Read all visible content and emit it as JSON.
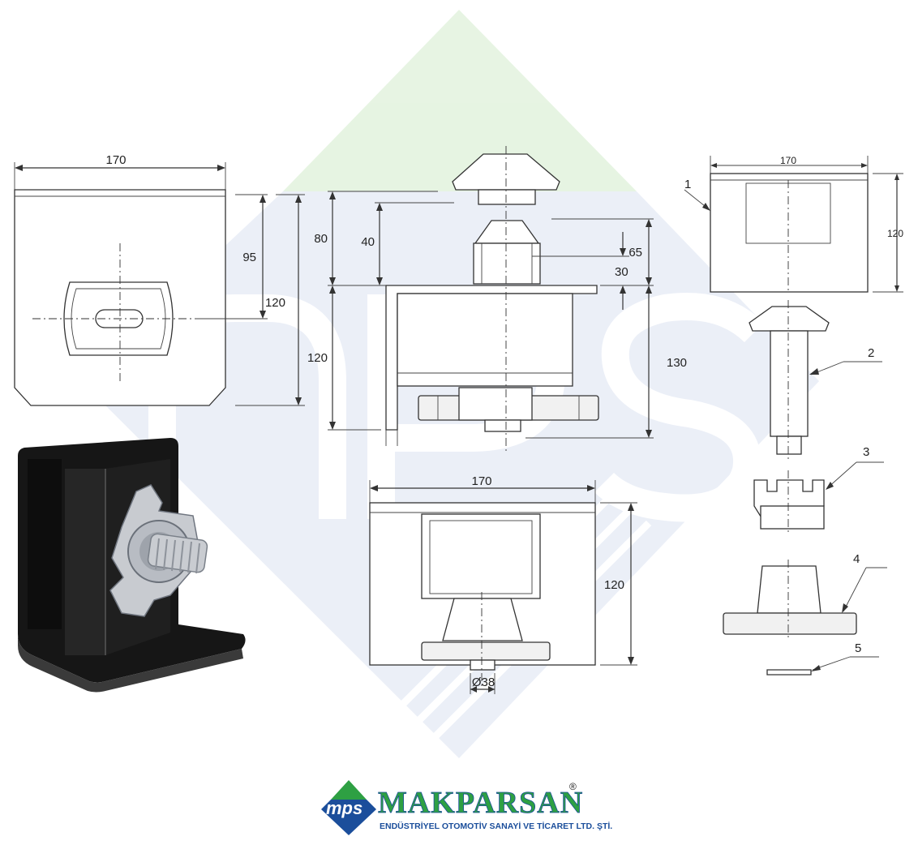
{
  "side_view": {
    "width": "170",
    "h1": "95",
    "h2": "120"
  },
  "front_view": {
    "d80": "80",
    "d40": "40",
    "d65": "65",
    "d30": "30",
    "d120": "120",
    "d130": "130"
  },
  "top_view": {
    "width": "170",
    "height": "120",
    "diameter": "Ø38"
  },
  "exploded": {
    "width": "170",
    "height": "120",
    "callouts": [
      "1",
      "2",
      "3",
      "4",
      "5"
    ]
  },
  "logo": {
    "mark": "mps",
    "name": "MAKPARSAN",
    "registered": "®",
    "subtitle": "ENDÜSTRİYEL OTOMOTİV SANAYİ VE TİCARET LTD. ŞTİ."
  },
  "colors": {
    "watermark_blue": "#1b4e9b",
    "watermark_green": "#2ea043",
    "line": "#333333"
  }
}
